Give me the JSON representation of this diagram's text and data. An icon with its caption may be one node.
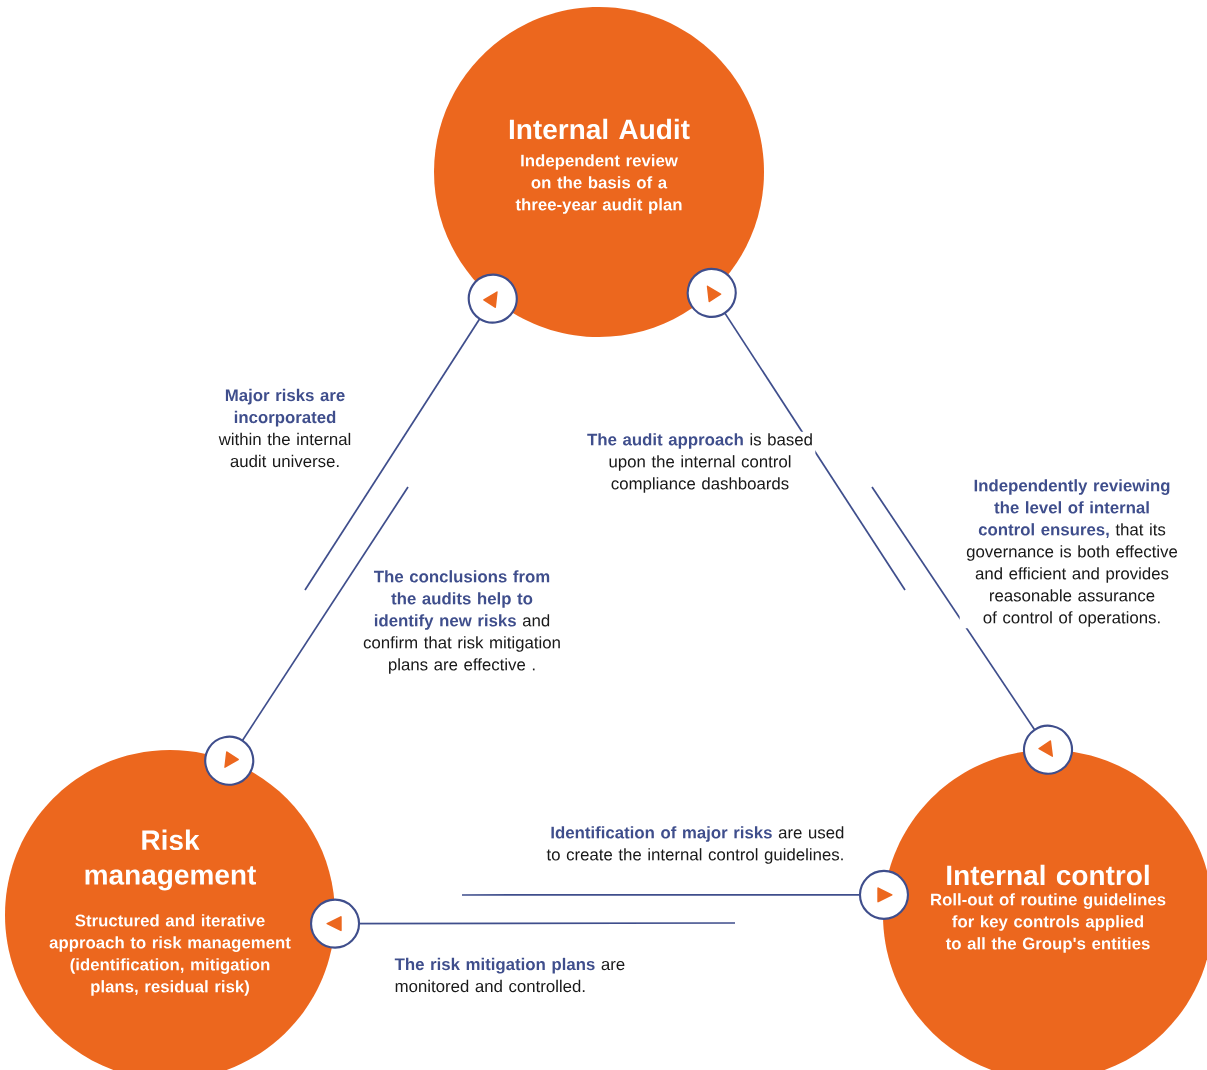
{
  "diagram": {
    "nodes": [
      {
        "text": [
          "Internal Audit",
          "Independent review on the basis of a three-year audit plan"
        ]
      },
      {
        "text": [
          "Risk management",
          "Structured and iterative approach to risk management (identification, mitigation plans, residual risk)"
        ]
      },
      {
        "text": [
          "Internal control",
          "Roll-out of routine guidelines for key controls applied to all the Group's entities"
        ]
      }
    ],
    "edges": [
      {
        "from": null,
        "to": 0,
        "arrow": "to",
        "label": "**Major risks are incorporated** within the internal audit universe."
      },
      {
        "from": null,
        "to": 1,
        "arrow": "to",
        "label": "**The conclusions from the audits help to identify new risks** and confirm that risk mitigation plans are effective ."
      },
      {
        "from": null,
        "to": 0,
        "arrow": "to",
        "label": "**The audit approach** is based upon the internal control compliance dashboards"
      },
      {
        "from": null,
        "to": 2,
        "arrow": "to",
        "label": "**Independently reviewing the level of internal control ensures,** that its governance is both effective and efficient and provides reasonable assurance of control of operations."
      },
      {
        "from": null,
        "to": 2,
        "arrow": "to",
        "label": "**Identification of major risks** are used to create the internal control guidelines."
      },
      {
        "from": null,
        "to": 1,
        "arrow": "to",
        "label": "**The risk mitigation plans** are monitored and controlled."
      }
    ]
  }
}
